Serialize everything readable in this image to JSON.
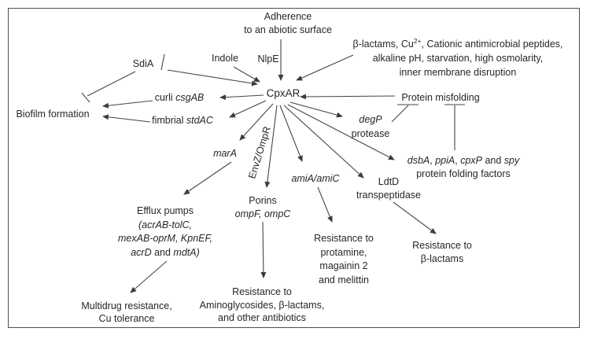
{
  "colors": {
    "background": "#ffffff",
    "text": "#262626",
    "line": "#454545",
    "border": "#4f4f4f"
  },
  "nodes": {
    "adherence": {
      "line1": "Adherence",
      "line2": "to an abiotic surface"
    },
    "indole": {
      "label": "Indole"
    },
    "nlpe": {
      "label": "NlpE"
    },
    "stressors": {
      "line1_a": "β-lactams, Cu",
      "line1_sup": "2+",
      "line1_b": ", Cationic antimicrobial peptides,",
      "line2": "alkaline pH, starvation, high osmolarity,",
      "line3": "inner membrane disruption"
    },
    "sdia": {
      "label": "SdiA"
    },
    "cpxar": {
      "label": "CpxAR"
    },
    "biofilm": {
      "label": "Biofilm formation"
    },
    "curli": {
      "prefix": "curli ",
      "gene": "csgAB"
    },
    "fimbrial": {
      "prefix": "fimbrial ",
      "gene": "stdAC"
    },
    "protein_misfolding": {
      "label": "Protein misfolding"
    },
    "degp": {
      "gene": "degP",
      "line2": "protease"
    },
    "mara": {
      "gene": "marA"
    },
    "envz_ompr": {
      "label": "EnvZ/OmpR"
    },
    "amia_amic": {
      "gene": "amiA/amiC"
    },
    "ldtd": {
      "line1": "LdtD",
      "line2": "transpeptidase"
    },
    "folding_factors": {
      "g1": "dsbA",
      "sep1": ", ",
      "g2": "ppiA",
      "sep2": ", ",
      "g3": "cpxP",
      "and": " and ",
      "g4": "spy",
      "line2": "protein folding factors"
    },
    "porins": {
      "line1": "Porins",
      "genes": "ompF, ompC"
    },
    "efflux": {
      "line1": "Efflux pumps",
      "line2": "(acrAB-tolC,",
      "line3": "mexAB-oprM, KpnEF,",
      "line4_a": "acrD",
      "line4_b": " and ",
      "line4_c": "mdtA)"
    },
    "multidrug": {
      "line1": "Multidrug resistance,",
      "line2": "Cu tolerance"
    },
    "resist_protamine": {
      "line1": "Resistance to",
      "line2": "protamine,",
      "line3": "magainin 2",
      "line4": "and melittin"
    },
    "resist_blactams": {
      "line1": "Resistance to",
      "line2": "β-lactams"
    },
    "resist_amino": {
      "line1": "Resistance to",
      "line2": "Aminoglycosides, β-lactams,",
      "line3": "and other antibiotics"
    }
  }
}
